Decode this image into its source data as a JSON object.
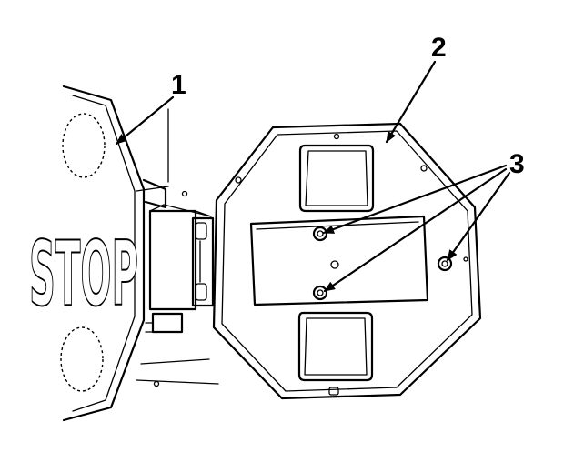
{
  "figure": {
    "stop_sign_text": "STOP",
    "callouts": {
      "label_1": "1",
      "label_2": "2",
      "label_3": "3"
    }
  }
}
